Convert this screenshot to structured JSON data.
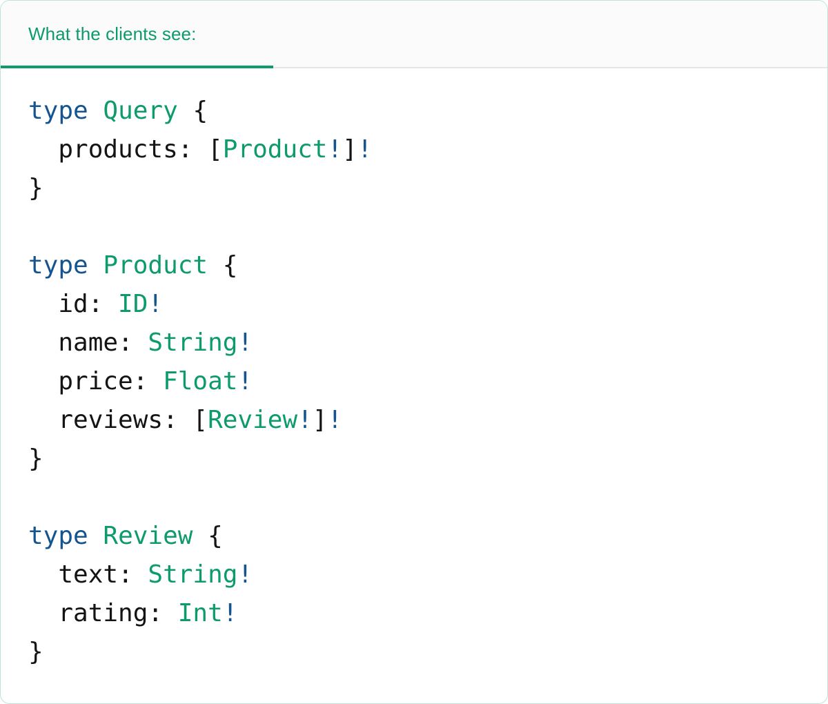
{
  "panel": {
    "accent_color": "#0e9b6b",
    "keyword_color": "#14558f",
    "text_color": "#141414",
    "border_color": "#bfe3d3",
    "header_bg": "#fbfbfb",
    "body_bg": "#ffffff"
  },
  "tabs": [
    {
      "label": "What the clients see:",
      "active": true
    }
  ],
  "code": {
    "language": "graphql",
    "lines": [
      {
        "tokens": [
          {
            "t": "type",
            "c": "kw"
          },
          {
            "t": " ",
            "c": "punc"
          },
          {
            "t": "Query",
            "c": "tn"
          },
          {
            "t": " {",
            "c": "punc"
          }
        ]
      },
      {
        "tokens": [
          {
            "t": "  products: [",
            "c": "punc"
          },
          {
            "t": "Product",
            "c": "tn"
          },
          {
            "t": "!",
            "c": "bang"
          },
          {
            "t": "]",
            "c": "punc"
          },
          {
            "t": "!",
            "c": "bang"
          }
        ]
      },
      {
        "tokens": [
          {
            "t": "}",
            "c": "punc"
          }
        ]
      },
      {
        "tokens": []
      },
      {
        "tokens": [
          {
            "t": "type",
            "c": "kw"
          },
          {
            "t": " ",
            "c": "punc"
          },
          {
            "t": "Product",
            "c": "tn"
          },
          {
            "t": " {",
            "c": "punc"
          }
        ]
      },
      {
        "tokens": [
          {
            "t": "  id: ",
            "c": "punc"
          },
          {
            "t": "ID",
            "c": "tn"
          },
          {
            "t": "!",
            "c": "bang"
          }
        ]
      },
      {
        "tokens": [
          {
            "t": "  name: ",
            "c": "punc"
          },
          {
            "t": "String",
            "c": "tn"
          },
          {
            "t": "!",
            "c": "bang"
          }
        ]
      },
      {
        "tokens": [
          {
            "t": "  price: ",
            "c": "punc"
          },
          {
            "t": "Float",
            "c": "tn"
          },
          {
            "t": "!",
            "c": "bang"
          }
        ]
      },
      {
        "tokens": [
          {
            "t": "  reviews: [",
            "c": "punc"
          },
          {
            "t": "Review",
            "c": "tn"
          },
          {
            "t": "!",
            "c": "bang"
          },
          {
            "t": "]",
            "c": "punc"
          },
          {
            "t": "!",
            "c": "bang"
          }
        ]
      },
      {
        "tokens": [
          {
            "t": "}",
            "c": "punc"
          }
        ]
      },
      {
        "tokens": []
      },
      {
        "tokens": [
          {
            "t": "type",
            "c": "kw"
          },
          {
            "t": " ",
            "c": "punc"
          },
          {
            "t": "Review",
            "c": "tn"
          },
          {
            "t": " {",
            "c": "punc"
          }
        ]
      },
      {
        "tokens": [
          {
            "t": "  text: ",
            "c": "punc"
          },
          {
            "t": "String",
            "c": "tn"
          },
          {
            "t": "!",
            "c": "bang"
          }
        ]
      },
      {
        "tokens": [
          {
            "t": "  rating: ",
            "c": "punc"
          },
          {
            "t": "Int",
            "c": "tn"
          },
          {
            "t": "!",
            "c": "bang"
          }
        ]
      },
      {
        "tokens": [
          {
            "t": "}",
            "c": "punc"
          }
        ]
      }
    ]
  }
}
